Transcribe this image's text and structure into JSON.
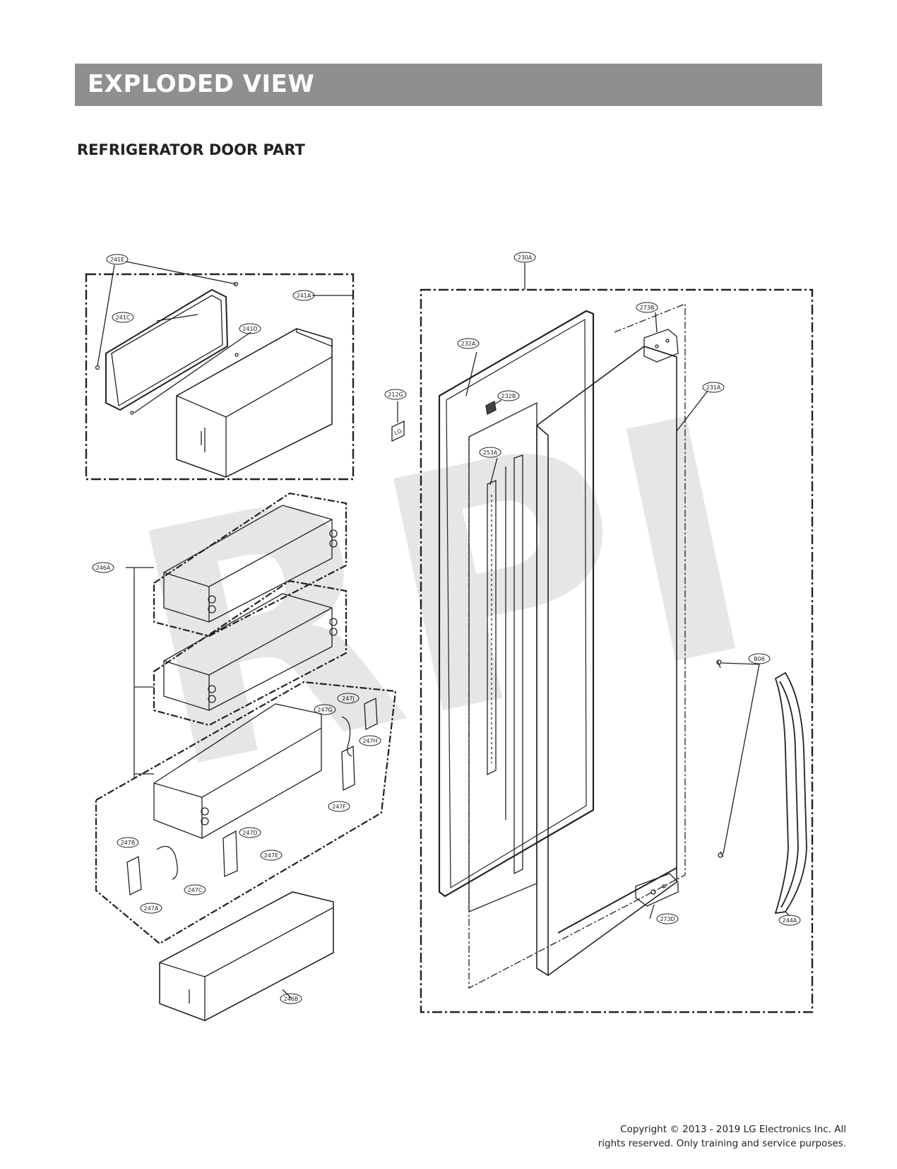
{
  "header": {
    "title": "EXPLODED VIEW"
  },
  "section": {
    "title": "REFRIGERATOR DOOR PART"
  },
  "watermark": {
    "text": "RPI",
    "color": "#e6e6e6"
  },
  "diagram": {
    "callouts": {
      "c241E": "241E",
      "c241A": "241A",
      "c241C": "241C",
      "c241D": "241D",
      "c230A": "230A",
      "c273B": "273B",
      "c232A": "232A",
      "c232B": "232B",
      "c212G": "212G",
      "c231A": "231A",
      "c253A": "253A",
      "c246A": "246A",
      "c247J": "247J",
      "c247G": "247G",
      "c247H": "247H",
      "c247F": "247F",
      "c247D": "247D",
      "c247B": "247B",
      "c247E": "247E",
      "c247C": "247C",
      "c247A": "247A",
      "c246B": "246B",
      "cB06": "B06",
      "c273D": "273D",
      "c244A": "244A"
    },
    "lg_label": "LG"
  },
  "footer": {
    "copyright_line1": "Copyright © 2013 - 2019 LG Electronics Inc. All",
    "copyright_line2": "rights reserved. Only training and service purposes."
  }
}
